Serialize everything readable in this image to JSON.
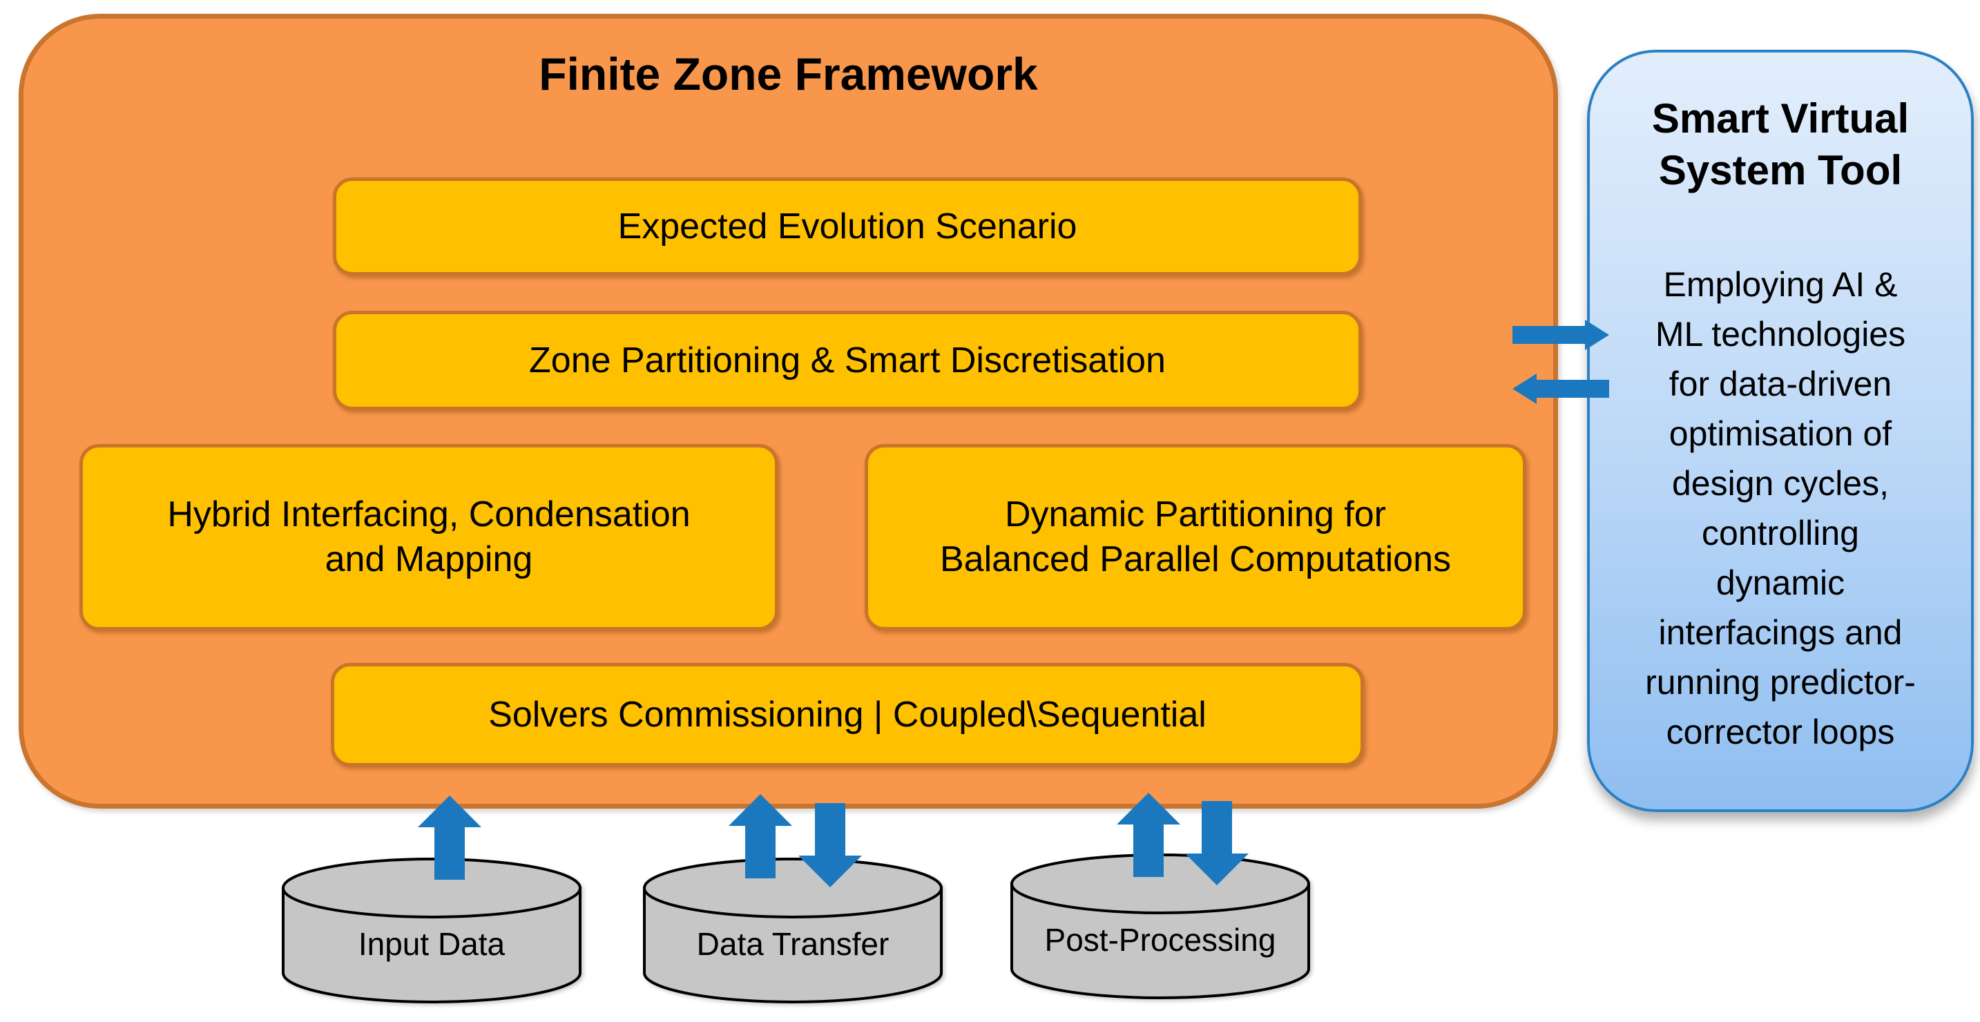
{
  "framework": {
    "title": "Finite Zone Framework",
    "boxes": {
      "expected": "Expected Evolution Scenario",
      "zone_partitioning": "Zone Partitioning & Smart Discretisation",
      "hybrid_lines": [
        "Hybrid Interfacing, Condensation",
        "and Mapping"
      ],
      "dynamic_lines": [
        "Dynamic Partitioning for",
        "Balanced Parallel Computations"
      ],
      "solvers": "Solvers Commissioning | Coupled\\Sequential"
    }
  },
  "side_panel": {
    "title": "Smart Virtual System Tool",
    "body_lines": [
      "Employing AI &",
      "ML technologies",
      "for data-driven",
      "optimisation of",
      "design cycles,",
      "controlling",
      "dynamic",
      "interfacings and",
      "running predictor-",
      "corrector loops"
    ]
  },
  "datastores": [
    {
      "label": "Input Data"
    },
    {
      "label": "Data Transfer"
    },
    {
      "label": "Post-Processing"
    }
  ],
  "colors": {
    "framework_fill": "#F8964B",
    "framework_border": "#C9752F",
    "inner_box_fill": "#FFC000",
    "inner_box_border": "#C8742B",
    "panel_fill_top": "#E3EEFC",
    "panel_fill_bottom": "#8FBEF0",
    "panel_border": "#2B80C4",
    "arrow_blue": "#1C78BE",
    "cylinder_fill": "#C6C6C6",
    "cylinder_border": "#000000",
    "text": "#000000"
  }
}
